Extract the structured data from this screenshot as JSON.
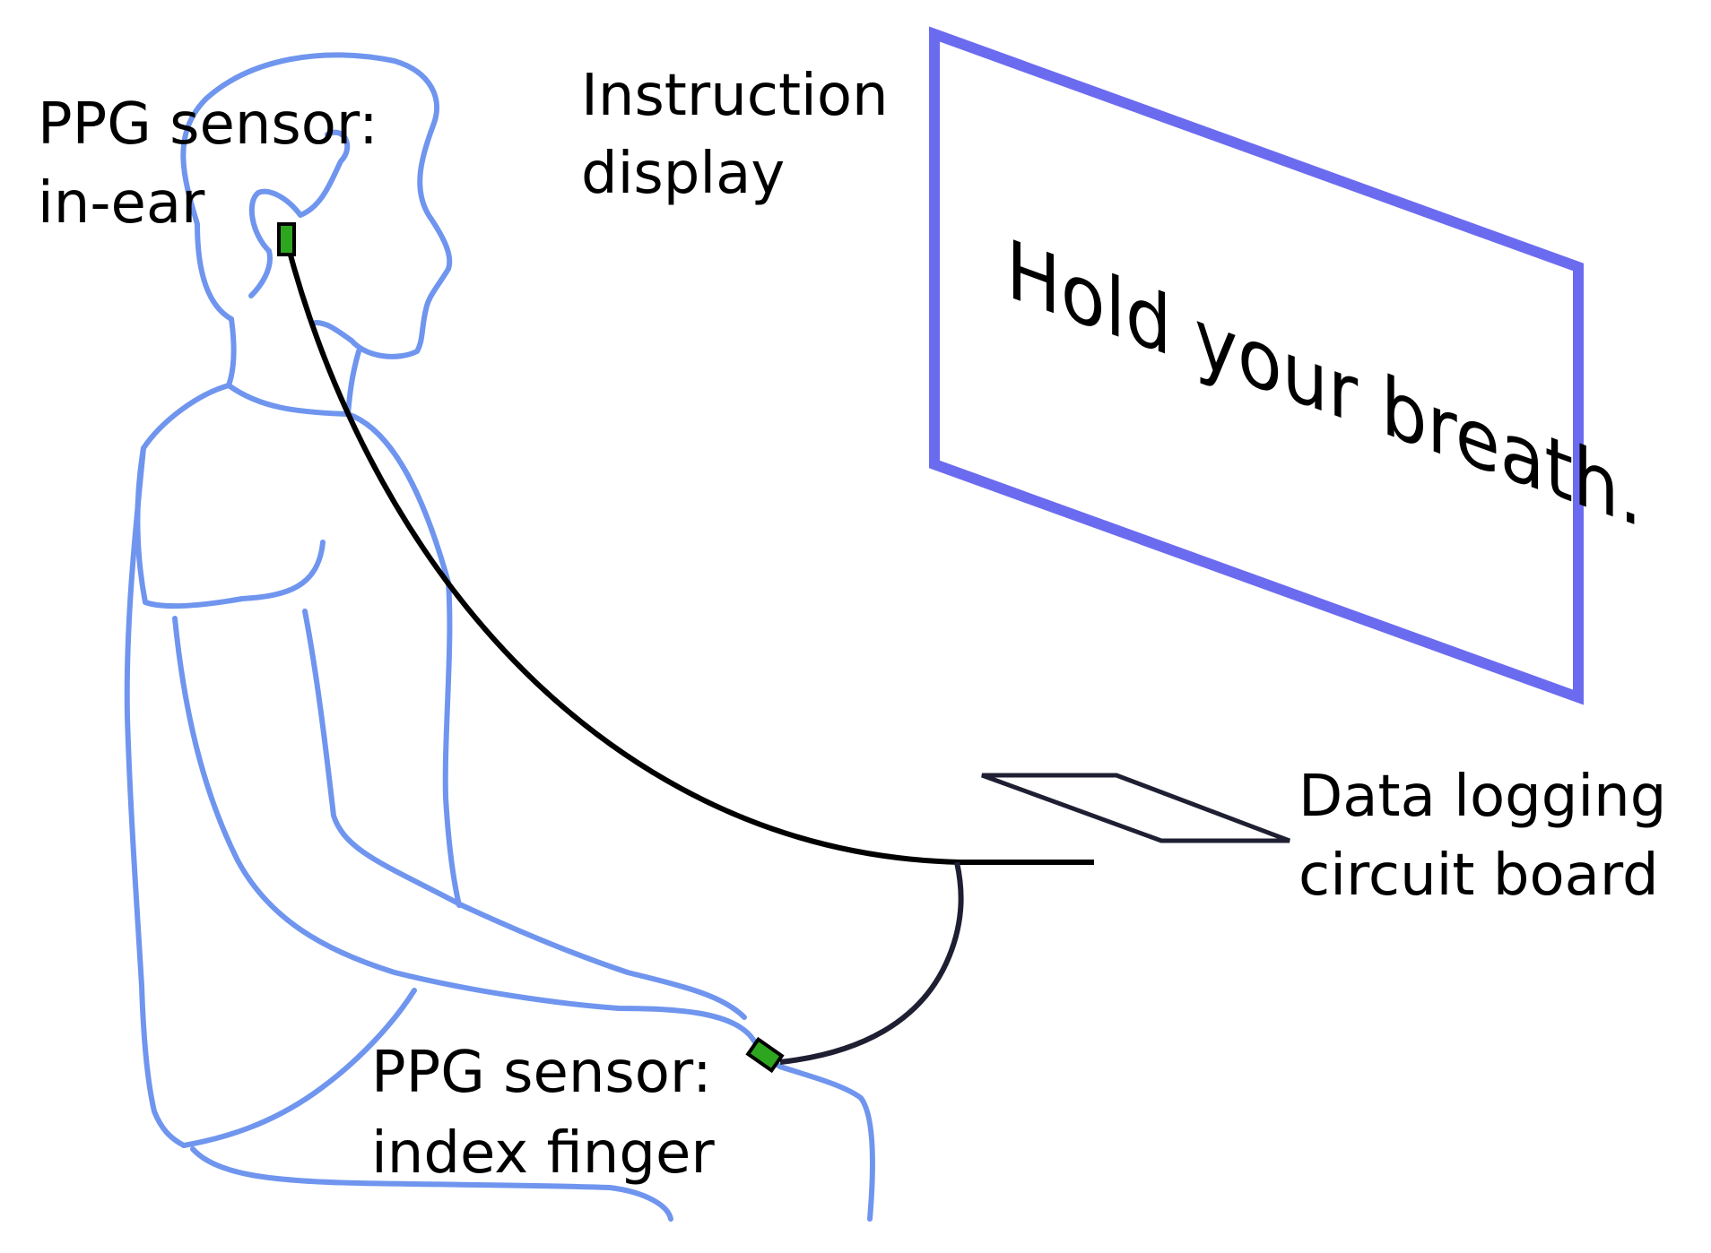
{
  "labels": {
    "ear_sensor": [
      "PPG sensor:",
      "in-ear"
    ],
    "display": [
      "Instruction",
      "display"
    ],
    "board": [
      "Data logging",
      "circuit board"
    ],
    "finger_sensor": [
      "PPG sensor:",
      "index finger"
    ]
  },
  "screen": {
    "message": "Hold your breath."
  },
  "colors": {
    "person_outline": "#6f95ee",
    "display_frame": "#6b6bf0",
    "cable": "#000000",
    "board_cable": "#1f1f33",
    "sensor_fill": "#2ea51e",
    "sensor_stroke": "#000000"
  }
}
